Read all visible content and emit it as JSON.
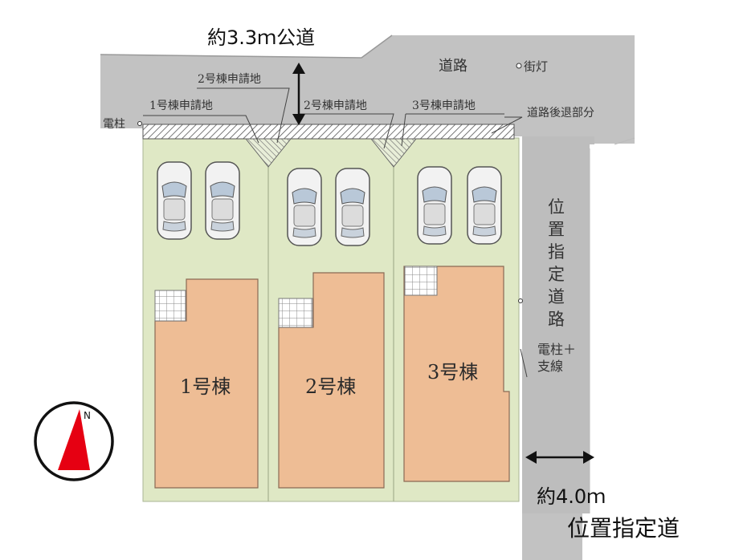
{
  "public_road_width": "約3.3ｍ公道",
  "road_label": "道路",
  "streetlight_label": "街灯",
  "setback_label": "道路後退部分",
  "pole_label": "電柱",
  "pole_guy_label": [
    "電柱＋",
    "支線"
  ],
  "designated_road_vertical": [
    "位",
    "置",
    "指",
    "定",
    "道",
    "路"
  ],
  "designated_road_width": "約4.0ｍ",
  "designated_road_caption": "位置指定道",
  "lot_application_labels": {
    "lot1": "1号棟申請地",
    "lot2": "2号棟申請地",
    "lot3": "3号棟申請地"
  },
  "buildings": [
    {
      "label": "1号棟"
    },
    {
      "label": "2号棟"
    },
    {
      "label": "3号棟"
    }
  ],
  "compass_letter": "N",
  "colors": {
    "lot_green": "#dfe8c5",
    "building": "#eebd95",
    "road_gray": "#bfbfbf",
    "compass_red": "#e60012"
  }
}
